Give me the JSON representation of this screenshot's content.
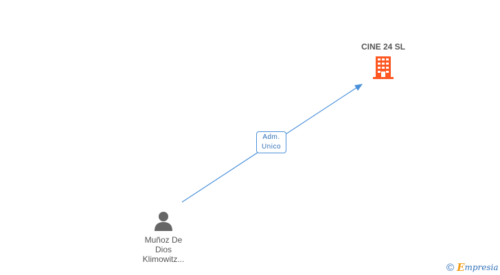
{
  "company": {
    "name": "CINE 24 SL",
    "icon": "building-icon",
    "color": "#ff5722"
  },
  "person": {
    "name_lines": [
      "Muñoz De",
      "Dios",
      "Klimowitz..."
    ],
    "icon": "person-icon",
    "color": "#666666"
  },
  "relation": {
    "role_lines": [
      "Adm.",
      "Unico"
    ],
    "color": "#4a90d9"
  },
  "brand": {
    "copyright": "©",
    "initial": "E",
    "name": "mpresia"
  }
}
